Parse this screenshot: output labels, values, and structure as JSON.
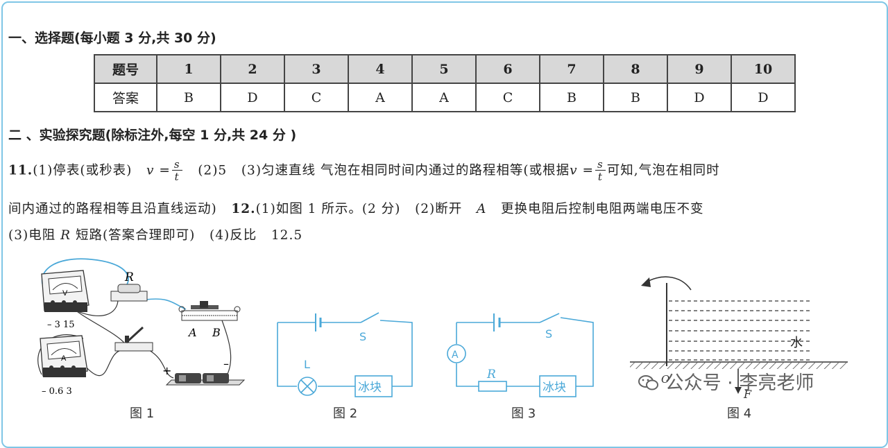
{
  "section1": {
    "heading": "一、选择题(每小题 3 分,共 30 分)"
  },
  "answer_table": {
    "row_label_numbers": "题号",
    "row_label_answers": "答案",
    "numbers": [
      "1",
      "2",
      "3",
      "4",
      "5",
      "6",
      "7",
      "8",
      "9",
      "10"
    ],
    "answers": [
      "B",
      "D",
      "C",
      "A",
      "A",
      "C",
      "B",
      "B",
      "D",
      "D"
    ]
  },
  "section2": {
    "heading": "二 、实验探究题(除标注外,每空 1 分,共 24 分 )"
  },
  "q11": {
    "number": "11.",
    "p1_label": "(1)停表(或秒表)",
    "formula_lhs": "v =",
    "frac_num": "s",
    "frac_den": "t",
    "p2": "(2)5",
    "p3": "(3)匀速直线 气泡在相同时间内通过的路程相等(或根据",
    "p3_formula_lhs": "v =",
    "p3_tail": "可知,气泡在相同时",
    "line2": "间内通过的路程相等且沿直线运动)"
  },
  "q12": {
    "number": "12.",
    "p1": "(1)如图 1 所示。(2 分)",
    "p2": "(2)断开",
    "p2_var": "A",
    "p2_tail": "更换电阻后控制电阻两端电压不变",
    "line3_a": "(3)电阻",
    "line3_var": "R",
    "line3_b": "短路(答案合理即可)",
    "line3_c": "(4)反比",
    "line3_d": "12.5"
  },
  "figures": {
    "fig1": {
      "caption": "图 1",
      "label_R": "R",
      "label_A": "A",
      "label_B": "B",
      "voltmeter_face": "V",
      "voltmeter_scale": "– 3 15",
      "ammeter_face": "A",
      "ammeter_scale": "– 0.6 3",
      "plus": "+",
      "minus": "–"
    },
    "fig2": {
      "caption": "图 2",
      "label_S": "S",
      "label_L": "L",
      "box_label": "冰块"
    },
    "fig3": {
      "caption": "图 3",
      "label_S": "S",
      "label_A": "A",
      "label_R": "R",
      "box_label": "冰块"
    },
    "fig4": {
      "caption": "图 4",
      "water_label": "水",
      "label_O": "O",
      "label_F": "F"
    }
  },
  "watermark": "公众号 · 李亮老师",
  "colors": {
    "circuit": "#4aa8d8",
    "border": "#7fc6e6",
    "table_header": "#d8d8d8"
  }
}
